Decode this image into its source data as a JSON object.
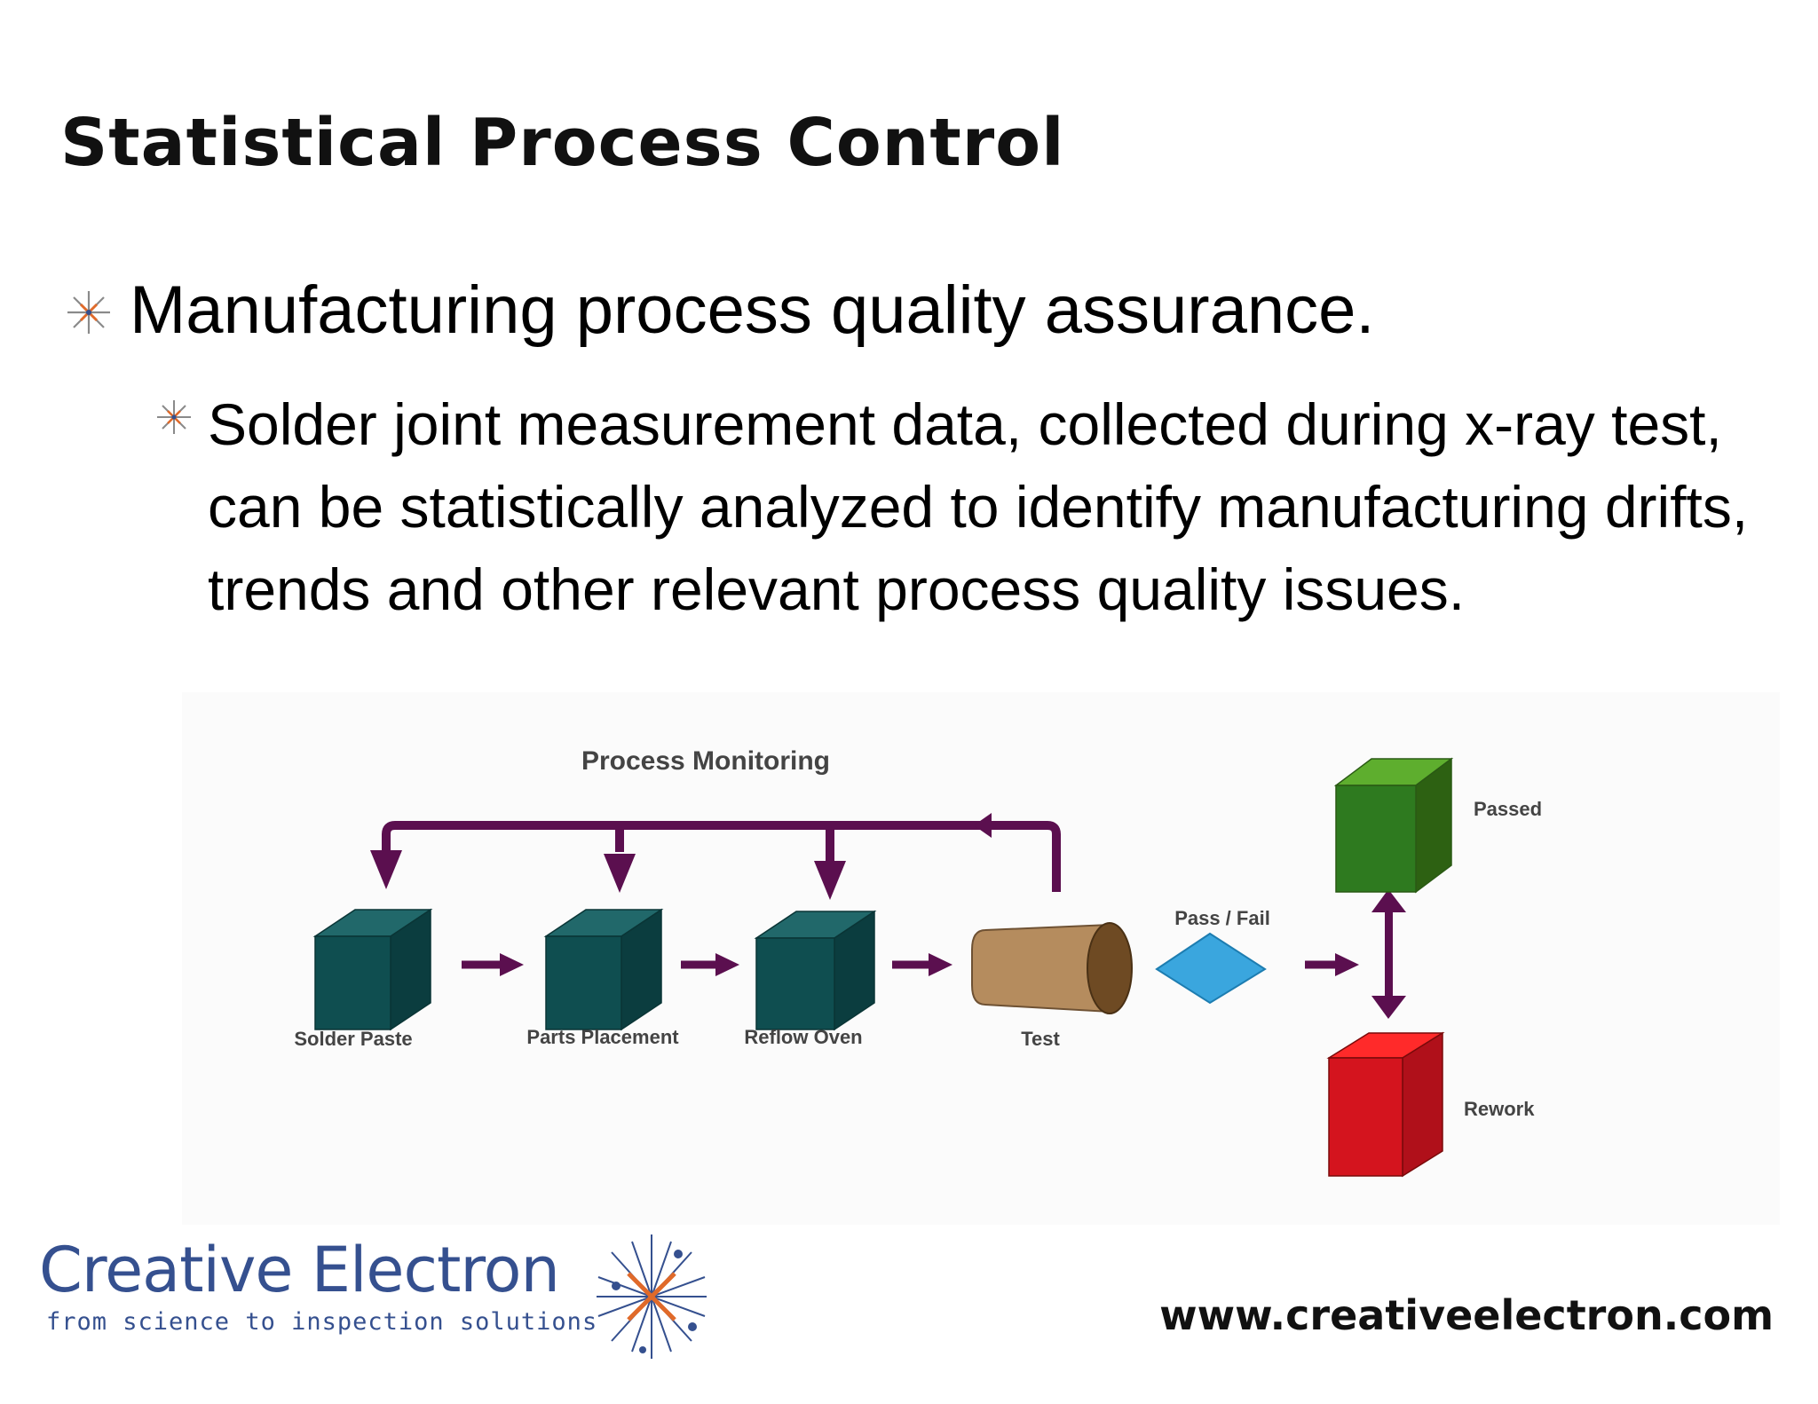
{
  "slide": {
    "title": "Statistical Process Control",
    "bullet_1": "Manufacturing process quality assurance.",
    "bullet_2": "Solder joint measurement data, collected during x-ray test, can be statistically analyzed to identify manufacturing drifts, trends and other relevant process quality issues."
  },
  "diagram": {
    "monitoring_label": "Process Monitoring",
    "stages": [
      "Solder Paste",
      "Parts Placement",
      "Reflow Oven",
      "Test"
    ],
    "decision_label": "Pass / Fail",
    "outcomes": {
      "passed": "Passed",
      "rework": "Rework"
    },
    "colors": {
      "arrow": "#5b0f4f",
      "box": "#0f4e50",
      "passed": "#2e7a1f",
      "rework": "#d4141e",
      "decision": "#3aa6de",
      "test": "#b58c5e"
    }
  },
  "footer": {
    "logo_name": "Creative Electron",
    "logo_tagline": "from science to inspection solutions",
    "url": "www.creativeelectron.com"
  }
}
